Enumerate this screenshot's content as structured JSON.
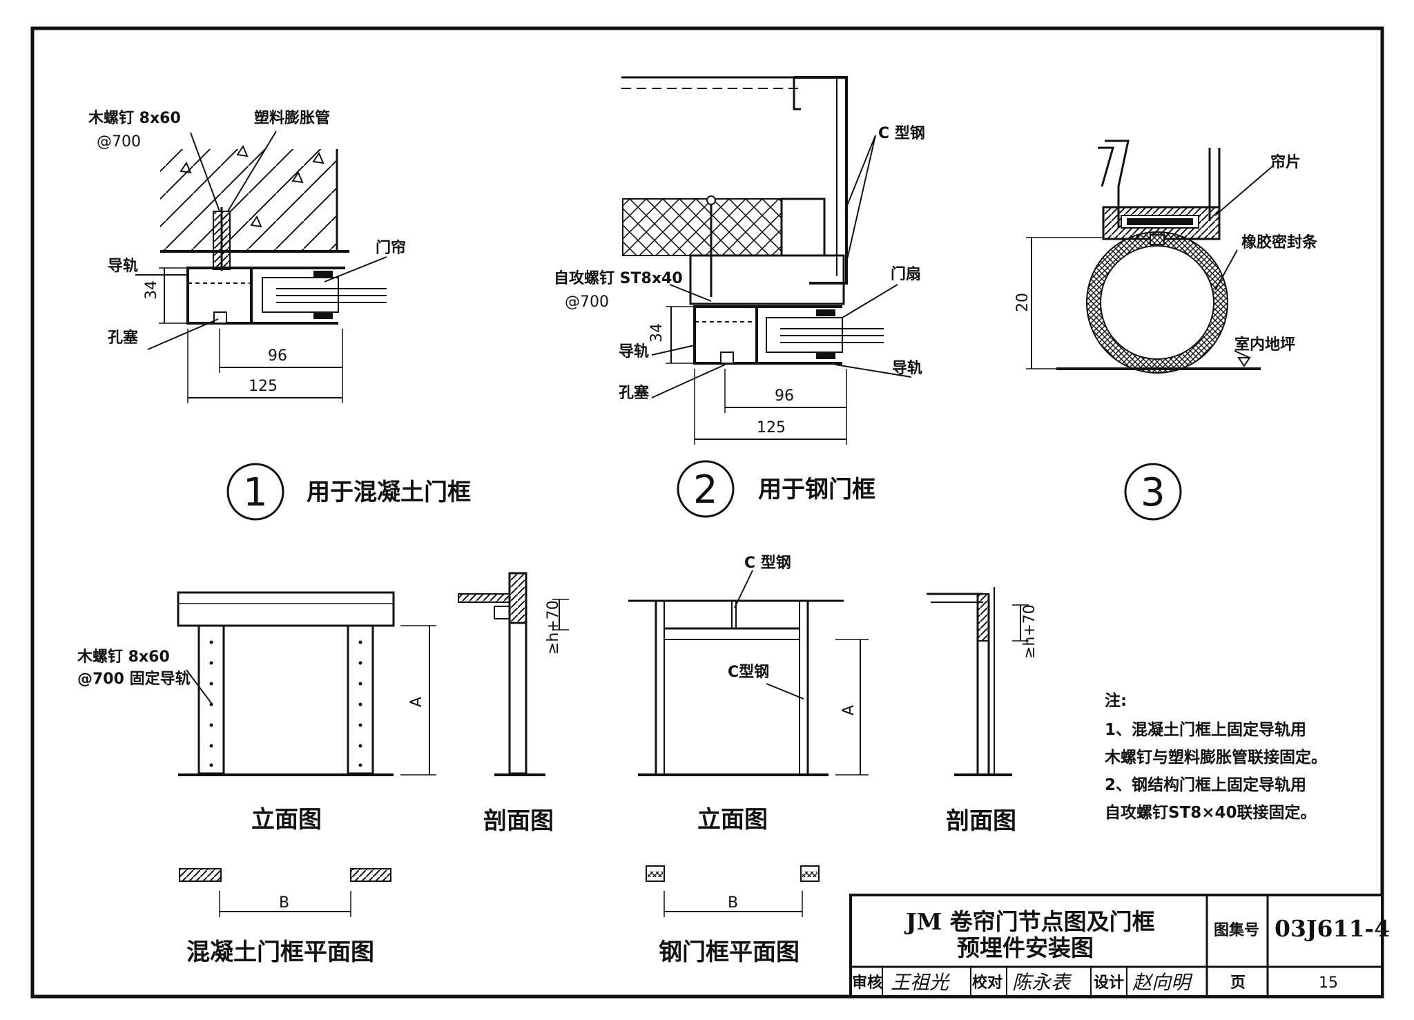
{
  "detail1": {
    "number": "1",
    "caption": "用于混凝土门框",
    "label_screw": "木螺钉 8x60",
    "label_screw_spacing": "@700",
    "label_anchor": "塑料膨胀管",
    "label_rail": "导轨",
    "label_curtain": "门帘",
    "label_plug": "孔塞",
    "dim_height": "34",
    "dim_inner": "96",
    "dim_outer": "125"
  },
  "detail2": {
    "number": "2",
    "caption": "用于钢门框",
    "label_csteel": "C 型钢",
    "label_screw": "自攻螺钉 ST8x40",
    "label_screw_spacing": "@700",
    "label_door_leaf": "门扇",
    "label_rail_left": "导轨",
    "label_rail_right": "导轨",
    "label_plug": "孔塞",
    "dim_height": "34",
    "dim_inner": "96",
    "dim_outer": "125"
  },
  "detail3": {
    "number": "3",
    "label_slat": "帘片",
    "label_seal": "橡胶密封条",
    "label_floor": "室内地坪",
    "dim_height": "20"
  },
  "concrete_elevation": {
    "label_screw": "木螺钉 8x60",
    "label_screw_note": "@700 固定导轨",
    "dim_a": "A",
    "caption": "立面图"
  },
  "concrete_section": {
    "dim_h": "≥h+70",
    "caption": "剖面图"
  },
  "steel_elevation": {
    "label_csteel_top": "C 型钢",
    "label_csteel_side": "C型钢",
    "dim_a": "A",
    "caption": "立面图"
  },
  "steel_section": {
    "dim_h": "≥h+70",
    "caption": "剖面图"
  },
  "concrete_plan": {
    "dim_b": "B",
    "caption": "混凝土门框平面图"
  },
  "steel_plan": {
    "dim_b": "B",
    "caption": "钢门框平面图"
  },
  "notes": {
    "heading": "注:",
    "line1": "1、混凝土门框上固定导轨用",
    "line2": "木螺钉与塑料膨胀管联接固定。",
    "line3": "2、钢结构门框上固定导轨用",
    "line4": "自攻螺钉ST8×40联接固定。"
  },
  "title_block": {
    "title_line1": "JM 卷帘门节点图及门框",
    "title_line2": "预埋件安装图",
    "atlas_label": "图集号",
    "atlas_no": "03J611-4",
    "review_label": "审核",
    "review_sig": "王祖光",
    "check_label": "校对",
    "check_sig": "陈永表",
    "design_label": "设计",
    "design_sig": "赵向明",
    "page_label": "页",
    "page_no": "15"
  }
}
